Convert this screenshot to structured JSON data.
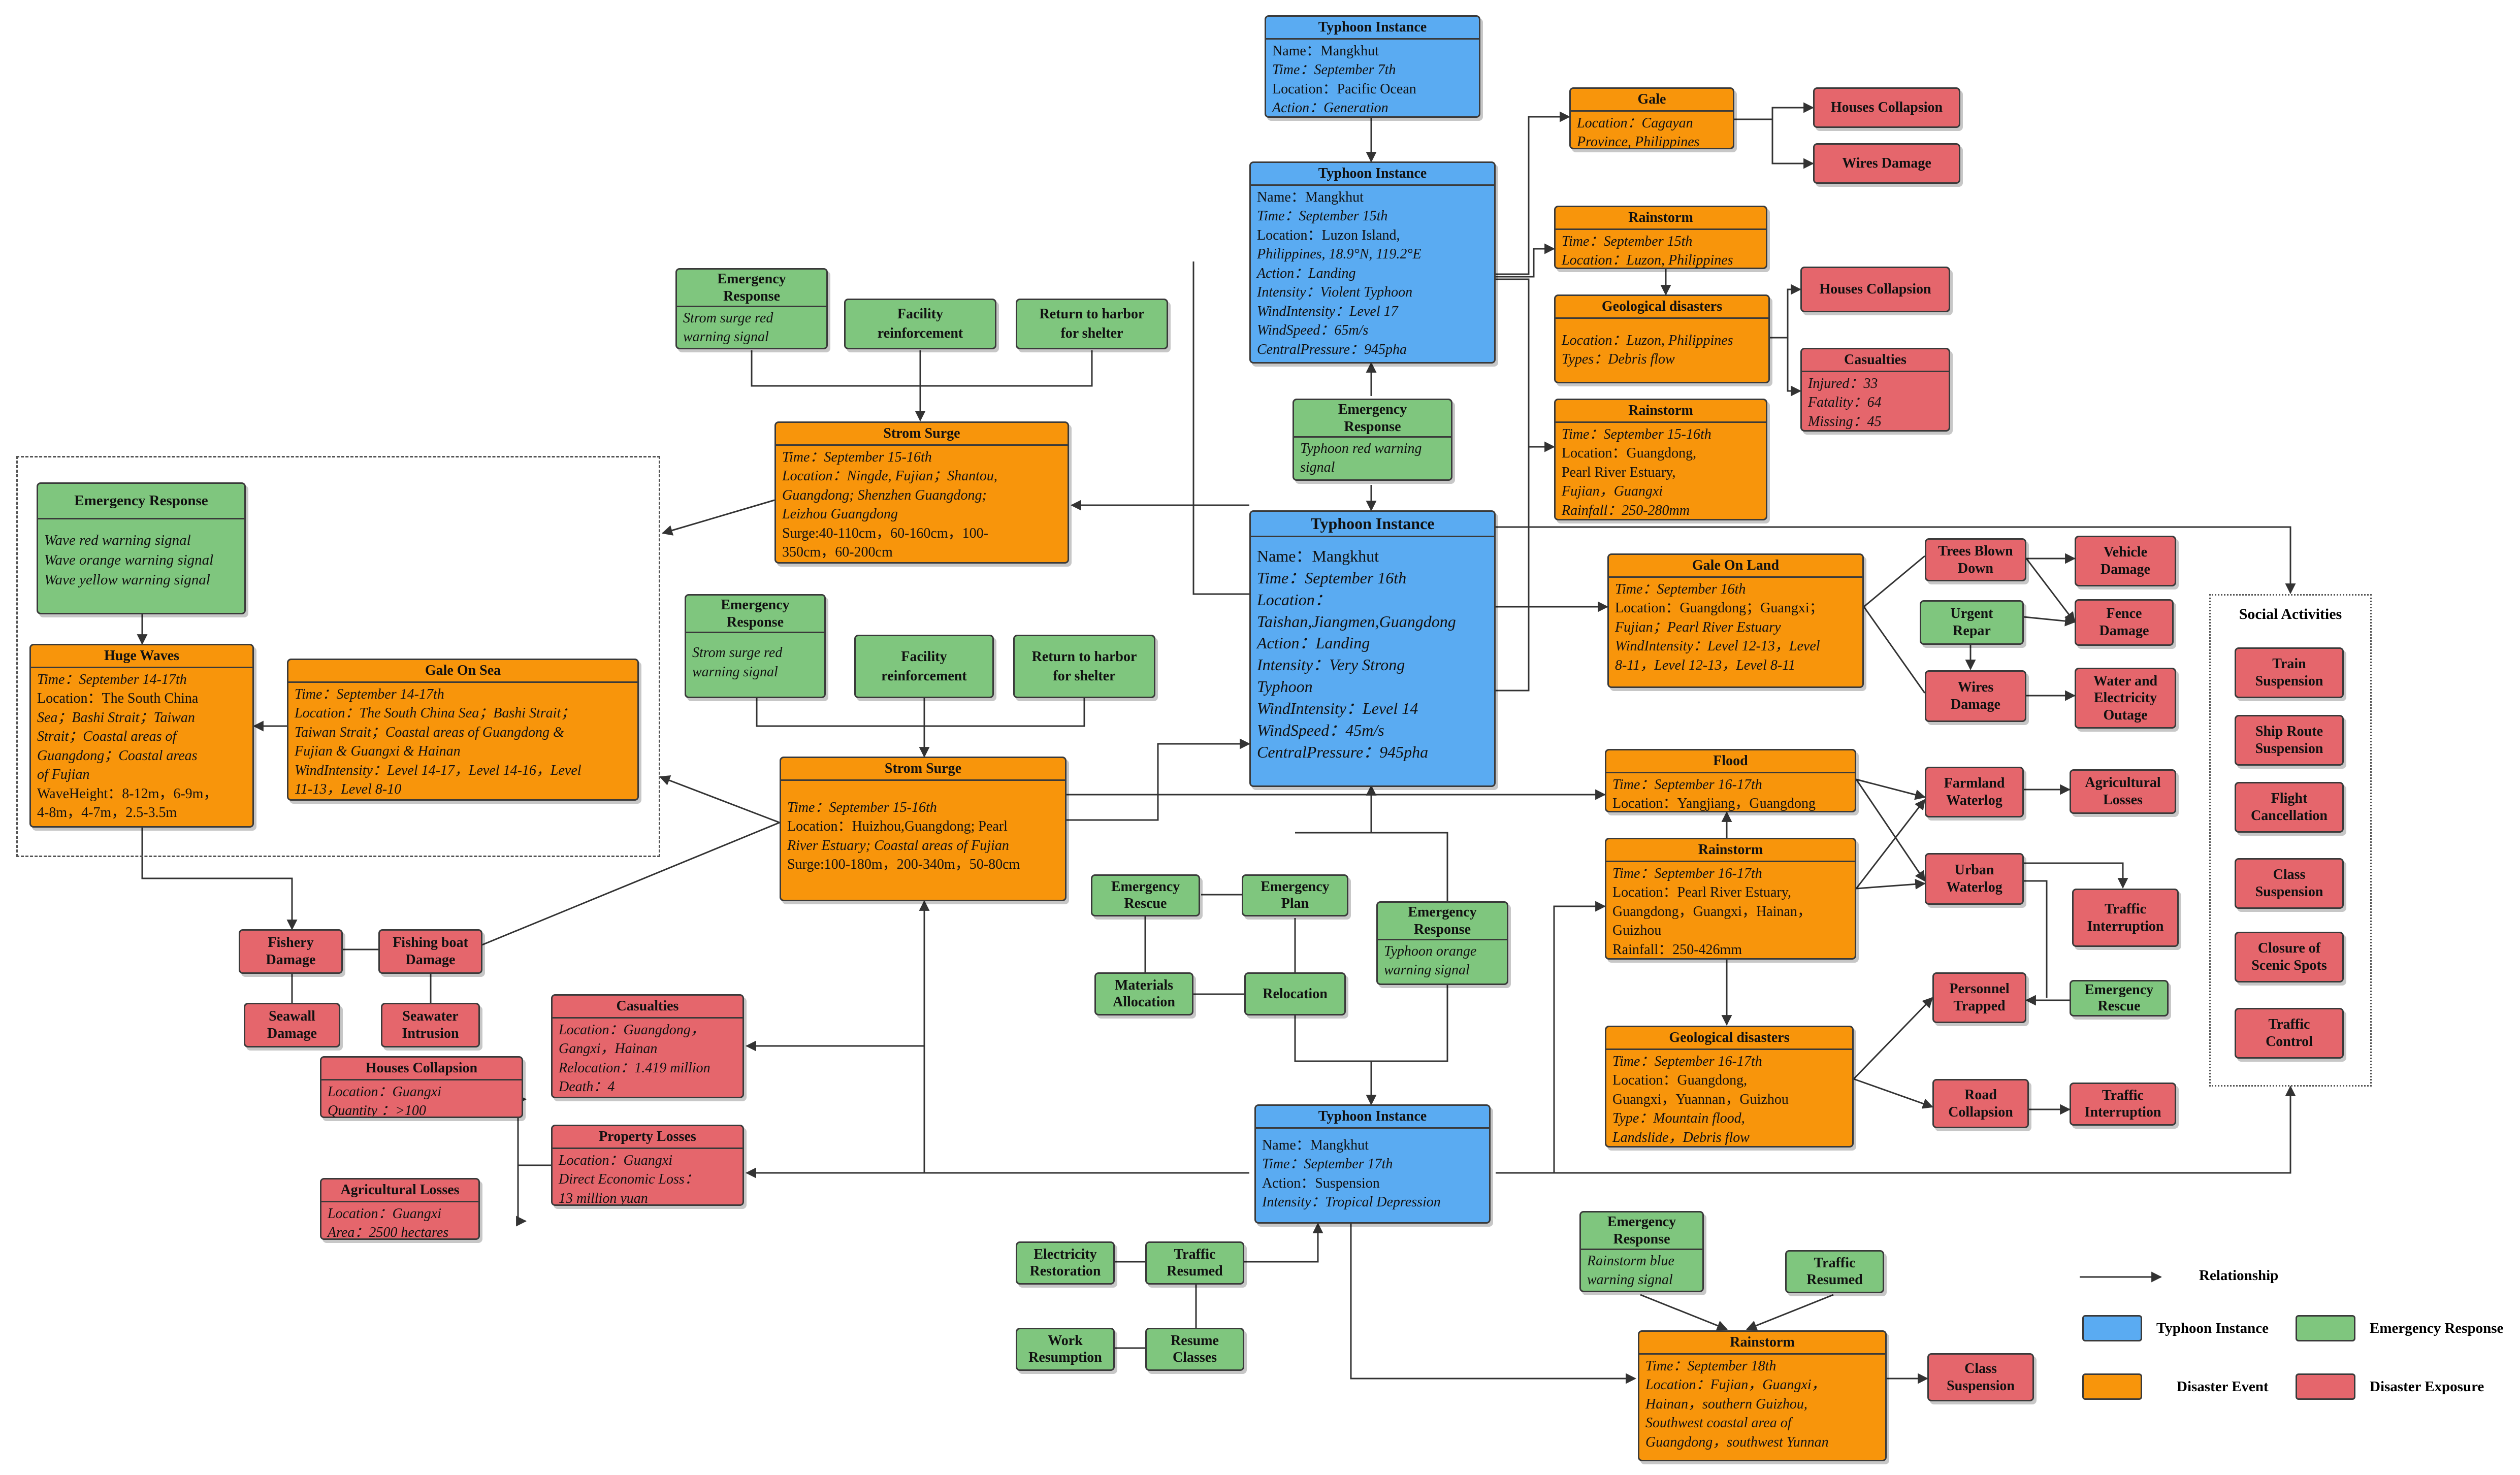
{
  "nodes": {
    "ti1": {
      "title": "Typhoon Instance",
      "lines": [
        "Name：Mangkhut",
        "Time：September 7th",
        "Location：Pacific Ocean",
        "Action：Generation"
      ]
    },
    "ti2": {
      "title": "Typhoon Instance",
      "lines": [
        "Name：Mangkhut",
        "Time：September 15th",
        "Location：Luzon Island,",
        "Philippines, 18.9°N, 119.2°E",
        "Action：Landing",
        "Intensity：Violent Typhoon",
        "WindIntensity：Level 17",
        "WindSpeed：65m/s",
        "CentralPressure：945pha"
      ]
    },
    "ti3": {
      "title": "Typhoon Instance",
      "lines": [
        "Name：Mangkhut",
        "Time：September 16th",
        "Location：",
        "Taishan,Jiangmen,Guangdong",
        "Action：Landing",
        "Intensity：Very Strong",
        "Typhoon",
        "WindIntensity：Level 14",
        "WindSpeed：45m/s",
        "CentralPressure：945pha"
      ]
    },
    "ti4": {
      "title": "Typhoon Instance",
      "lines": [
        "Name：Mangkhut",
        "Time：September 17th",
        "Action：Suspension",
        "Intensity：Tropical Depression"
      ]
    },
    "gale1": {
      "title": "Gale",
      "lines": [
        "Location：Cagayan",
        "Province, Philippines"
      ]
    },
    "hc1": {
      "title": "Houses Collapsion"
    },
    "wd1": {
      "title": "Wires Damage"
    },
    "rain1": {
      "title": "Rainstorm",
      "lines": [
        "Time：September 15th",
        "Location：Luzon, Philippines"
      ]
    },
    "geo1": {
      "title": "Geological disasters",
      "lines": [
        "Location：Luzon, Philippines",
        "Types：Debris flow"
      ]
    },
    "hc2": {
      "title": "Houses Collapsion"
    },
    "cas1": {
      "title": "Casualties",
      "lines": [
        "Injured：33",
        "Fatality：64",
        "Missing：45"
      ]
    },
    "rain2": {
      "title": "Rainstorm",
      "lines": [
        "Time：September 15-16th",
        "Location：Guangdong,",
        "Pearl River Estuary,",
        "Fujian，Guangxi",
        "Rainfall：250-280mm"
      ]
    },
    "er1": {
      "title": "Emergency",
      "title2": "Response",
      "lines": [
        "Strom surge red",
        "warning signal"
      ]
    },
    "fr1": {
      "title": "Facility",
      "title2": "reinforcement"
    },
    "rh1": {
      "title": "Return to harbor",
      "title2": "for shelter"
    },
    "ss1": {
      "title": "Strom Surge",
      "lines": [
        "Time：September 15-16th",
        "Location：Ningde, Fujian；Shantou,",
        "Guangdong; Shenzhen Guangdong;",
        "Leizhou Guangdong",
        "Surge:40-110cm，60-160cm，100-",
        "350cm，60-200cm"
      ]
    },
    "er2": {
      "title": "Emergency",
      "title2": "Response",
      "lines": [
        "Typhoon red warning",
        "signal"
      ]
    },
    "erw": {
      "title": "Emergency Response",
      "lines": [
        "Wave red warning signal",
        "Wave orange warning signal",
        "Wave  yellow warning signal"
      ]
    },
    "hw": {
      "title": "Huge Waves",
      "lines": [
        "Time：September 14-17th",
        "Location：The South China",
        "Sea；Bashi Strait；Taiwan",
        "Strait；Coastal areas of",
        "Guangdong；Coastal areas",
        "of Fujian",
        "WaveHeight：8-12m，6-9m，",
        "4-8m，4-7m，2.5-3.5m"
      ]
    },
    "gos": {
      "title": "Gale On Sea",
      "lines": [
        "Time：September 14-17th",
        "Location：The South China Sea；Bashi Strait；",
        "Taiwan Strait；Coastal areas of Guangdong &",
        "Fujian & Guangxi & Hainan",
        "WindIntensity：Level 14-17，Level 14-16，Level",
        "11-13，Level 8-10"
      ]
    },
    "er3": {
      "title": "Emergency",
      "title2": "Response",
      "lines": [
        "Strom surge red",
        "warning signal"
      ]
    },
    "fr2": {
      "title": "Facility",
      "title2": "reinforcement"
    },
    "rh2": {
      "title": "Return to harbor",
      "title2": "for shelter"
    },
    "ss2": {
      "title": "Strom Surge",
      "lines": [
        "Time：September 15-16th",
        "Location：Huizhou,Guangdong; Pearl",
        "River Estuary; Coastal areas of Fujian",
        "Surge:100-180m，200-340m，50-80cm"
      ]
    },
    "gol": {
      "title": "Gale On Land",
      "lines": [
        "Time：September 16th",
        "Location：Guangdong；Guangxi；",
        "Fujian；Pearl River Estuary",
        "WindIntensity：Level 12-13，Level",
        "8-11，Level 12-13，Level 8-11"
      ]
    },
    "tbd": {
      "title": "Trees Blown",
      "title2": "Down"
    },
    "vd": {
      "title": "Vehicle",
      "title2": "Damage"
    },
    "ur": {
      "title": "Urgent",
      "title2": "Repar"
    },
    "fd": {
      "title": "Fence",
      "title2": "Damage"
    },
    "wd2": {
      "title": "Wires",
      "title2": "Damage"
    },
    "wew": {
      "title": "Water and",
      "title2": "Electricity",
      "title3": "Outage"
    },
    "flood": {
      "title": "Flood",
      "lines": [
        "Time：September 16-17th",
        "Location：Yangjiang，Guangdong"
      ]
    },
    "rs3": {
      "title": "Rainstorm",
      "lines": [
        "Time：September 16-17th",
        "Location：Pearl River Estuary,",
        "Guangdong，Guangxi，Hainan，",
        "Guizhou",
        "Rainfall：250-426mm"
      ]
    },
    "geo2": {
      "title": "Geological disasters",
      "lines": [
        "Time：September 16-17th",
        "Location：Guangdong,",
        "Guangxi，Yuannan，Guizhou",
        "Type：Mountain flood,",
        "Landslide，Debris flow"
      ]
    },
    "fw": {
      "title": "Farmland",
      "title2": "Waterlog"
    },
    "al1": {
      "title": "Agricultural",
      "title2": "Losses"
    },
    "uw": {
      "title": "Urban",
      "title2": "Waterlog"
    },
    "ti_int1": {
      "title": "Traffic",
      "title2": "Interruption"
    },
    "pt": {
      "title": "Personnel",
      "title2": "Trapped"
    },
    "er4": {
      "title": "Emergency",
      "title2": "Rescue"
    },
    "rc": {
      "title": "Road",
      "title2": "Collapsion"
    },
    "ti_int2": {
      "title": "Traffic",
      "title2": "Interruption"
    },
    "emr": {
      "title": "Emergency",
      "title2": "Rescue"
    },
    "emp": {
      "title": "Emergency",
      "title2": "Plan"
    },
    "ma": {
      "title": "Materials",
      "title2": "Allocation"
    },
    "reloc": {
      "title": "Relocation"
    },
    "er5": {
      "title": "Emergency",
      "title2": "Response",
      "lines": [
        "Typhoon orange",
        "warning signal"
      ]
    },
    "fdm": {
      "title": "Fishery",
      "title2": "Damage"
    },
    "fbd": {
      "title": "Fishing boat",
      "title2": "Damage"
    },
    "swd": {
      "title": "Seawall",
      "title2": "Damage"
    },
    "swi": {
      "title": "Seawater",
      "title2": "Intrusion"
    },
    "cas2": {
      "title": "Casualties",
      "lines": [
        "Location：Guangdong，",
        "Gangxi，Hainan",
        "Relocation：1.419 million",
        "Death：4"
      ]
    },
    "hc3": {
      "title": "Houses Collapsion",
      "lines": [
        "Location：Guangxi",
        "Quantity ：>100"
      ]
    },
    "pl": {
      "title": "Property Losses",
      "lines": [
        "Location：Guangxi",
        "Direct Economic Loss：",
        "13 million yuan"
      ]
    },
    "al2": {
      "title": "Agricultural Losses",
      "lines": [
        "Location：Guangxi",
        "Area：2500 hectares"
      ]
    },
    "elr": {
      "title": "Electricity",
      "title2": "Restoration"
    },
    "trr1": {
      "title": "Traffic",
      "title2": "Resumed"
    },
    "wr": {
      "title": "Work",
      "title2": "Resumption"
    },
    "rcl": {
      "title": "Resume",
      "title2": "Classes"
    },
    "er6": {
      "title": "Emergency",
      "title2": "Response",
      "lines": [
        "Rainstorm blue",
        "warning signal"
      ]
    },
    "trr2": {
      "title": "Traffic",
      "title2": "Resumed"
    },
    "rs4": {
      "title": "Rainstorm",
      "lines": [
        "Time：September 18th",
        "Location：Fujian，Guangxi，",
        "Hainan，southern Guizhou,",
        "Southwest coastal area of",
        "Guangdong，southwest Yunnan"
      ]
    },
    "cs": {
      "title": "Class",
      "title2": "Suspension"
    },
    "sa1": {
      "title": "Train",
      "title2": "Suspension"
    },
    "sa2": {
      "title": "Ship Route",
      "title2": "Suspension"
    },
    "sa3": {
      "title": "Flight",
      "title2": "Cancellation"
    },
    "sa4": {
      "title": "Class",
      "title2": "Suspension"
    },
    "sa5": {
      "title": "Closure of",
      "title2": "Scenic Spots"
    },
    "sa6": {
      "title": "Traffic",
      "title2": "Control"
    }
  },
  "social_title": "Social Activities",
  "legend": {
    "relationship": "Relationship",
    "typhoon_instance": "Typhoon Instance",
    "emergency_response": "Emergency Response",
    "disaster_event": "Disaster Event",
    "disaster_exposure": "Disaster Exposure"
  },
  "colors": {
    "typhoon_instance": "#5aabf2",
    "emergency_response": "#7fc67e",
    "disaster_event": "#f8950b",
    "disaster_exposure": "#e5666c"
  }
}
